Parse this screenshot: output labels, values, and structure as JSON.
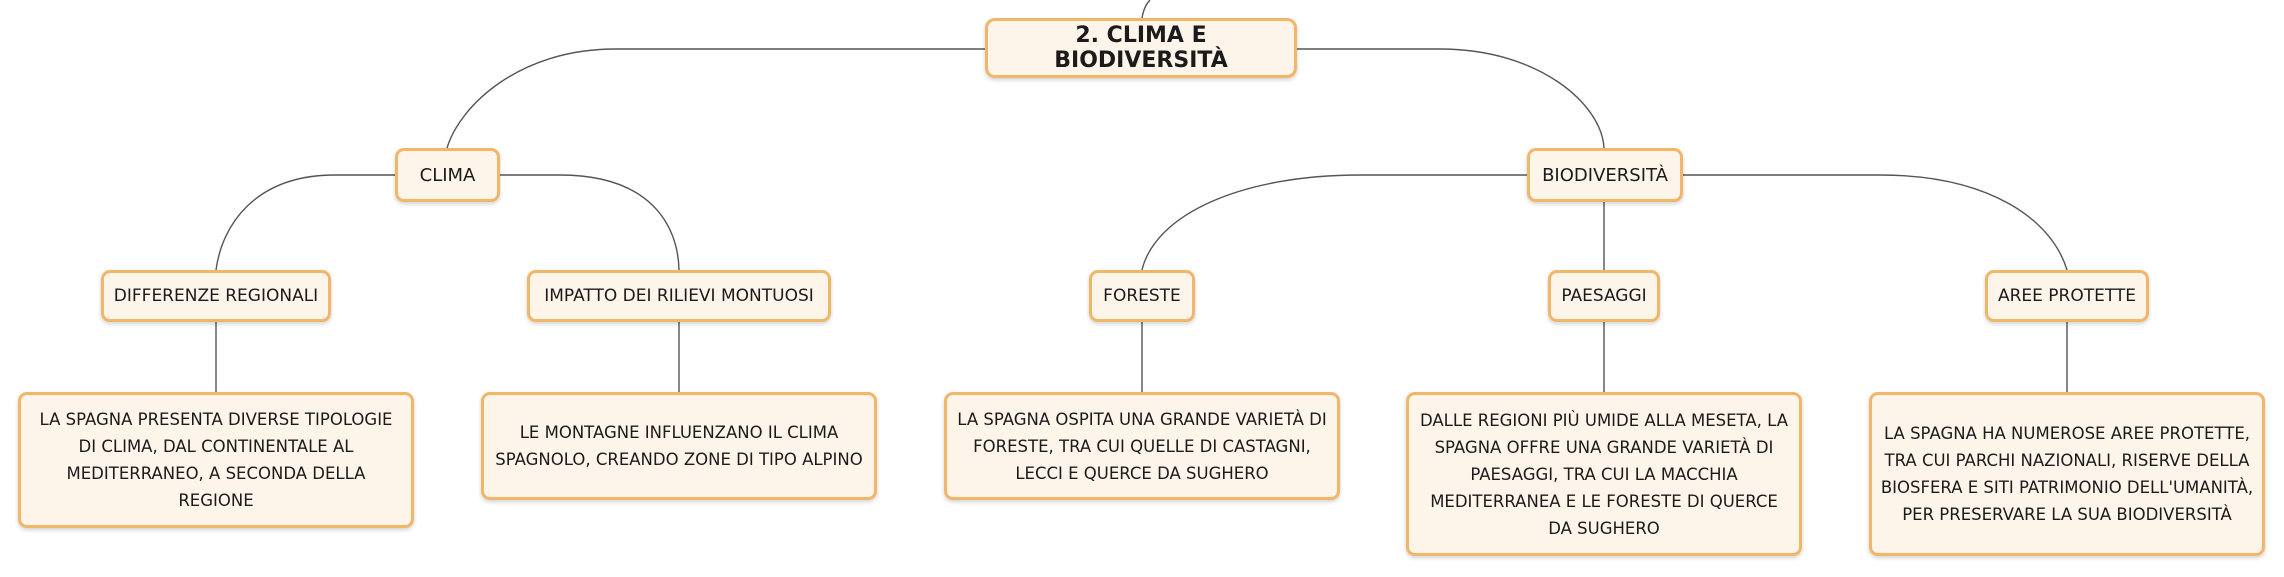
{
  "root": {
    "label": "2. CLIMA E BIODIVERSITÀ"
  },
  "branches": [
    {
      "label": "CLIMA",
      "children": [
        {
          "label": "DIFFERENZE REGIONALI",
          "detail": "LA SPAGNA PRESENTA DIVERSE TIPOLOGIE DI CLIMA, DAL CONTINENTALE AL MEDITERRANEO, A SECONDA DELLA REGIONE"
        },
        {
          "label": "IMPATTO DEI RILIEVI MONTUOSI",
          "detail": "LE MONTAGNE INFLUENZANO IL CLIMA SPAGNOLO, CREANDO ZONE DI TIPO ALPINO"
        }
      ]
    },
    {
      "label": "BIODIVERSITÀ",
      "children": [
        {
          "label": "FORESTE",
          "detail": "LA SPAGNA OSPITA UNA GRANDE VARIETÀ DI FORESTE, TRA CUI QUELLE DI CASTAGNI, LECCI E QUERCE DA SUGHERO"
        },
        {
          "label": "PAESAGGI",
          "detail": "DALLE REGIONI PIÙ UMIDE ALLA MESETA, LA SPAGNA OFFRE UNA GRANDE VARIETÀ DI PAESAGGI, TRA CUI LA MACCHIA MEDITERRANEA E LE FORESTE DI QUERCE DA SUGHERO"
        },
        {
          "label": "AREE PROTETTE",
          "detail": "LA SPAGNA HA NUMEROSE AREE PROTETTE, TRA CUI PARCHI NAZIONALI, RISERVE DELLA BIOSFERA E SITI PATRIMONIO DELL'UMANITÀ, PER PRESERVARE LA SUA BIODIVERSITÀ"
        }
      ]
    }
  ]
}
